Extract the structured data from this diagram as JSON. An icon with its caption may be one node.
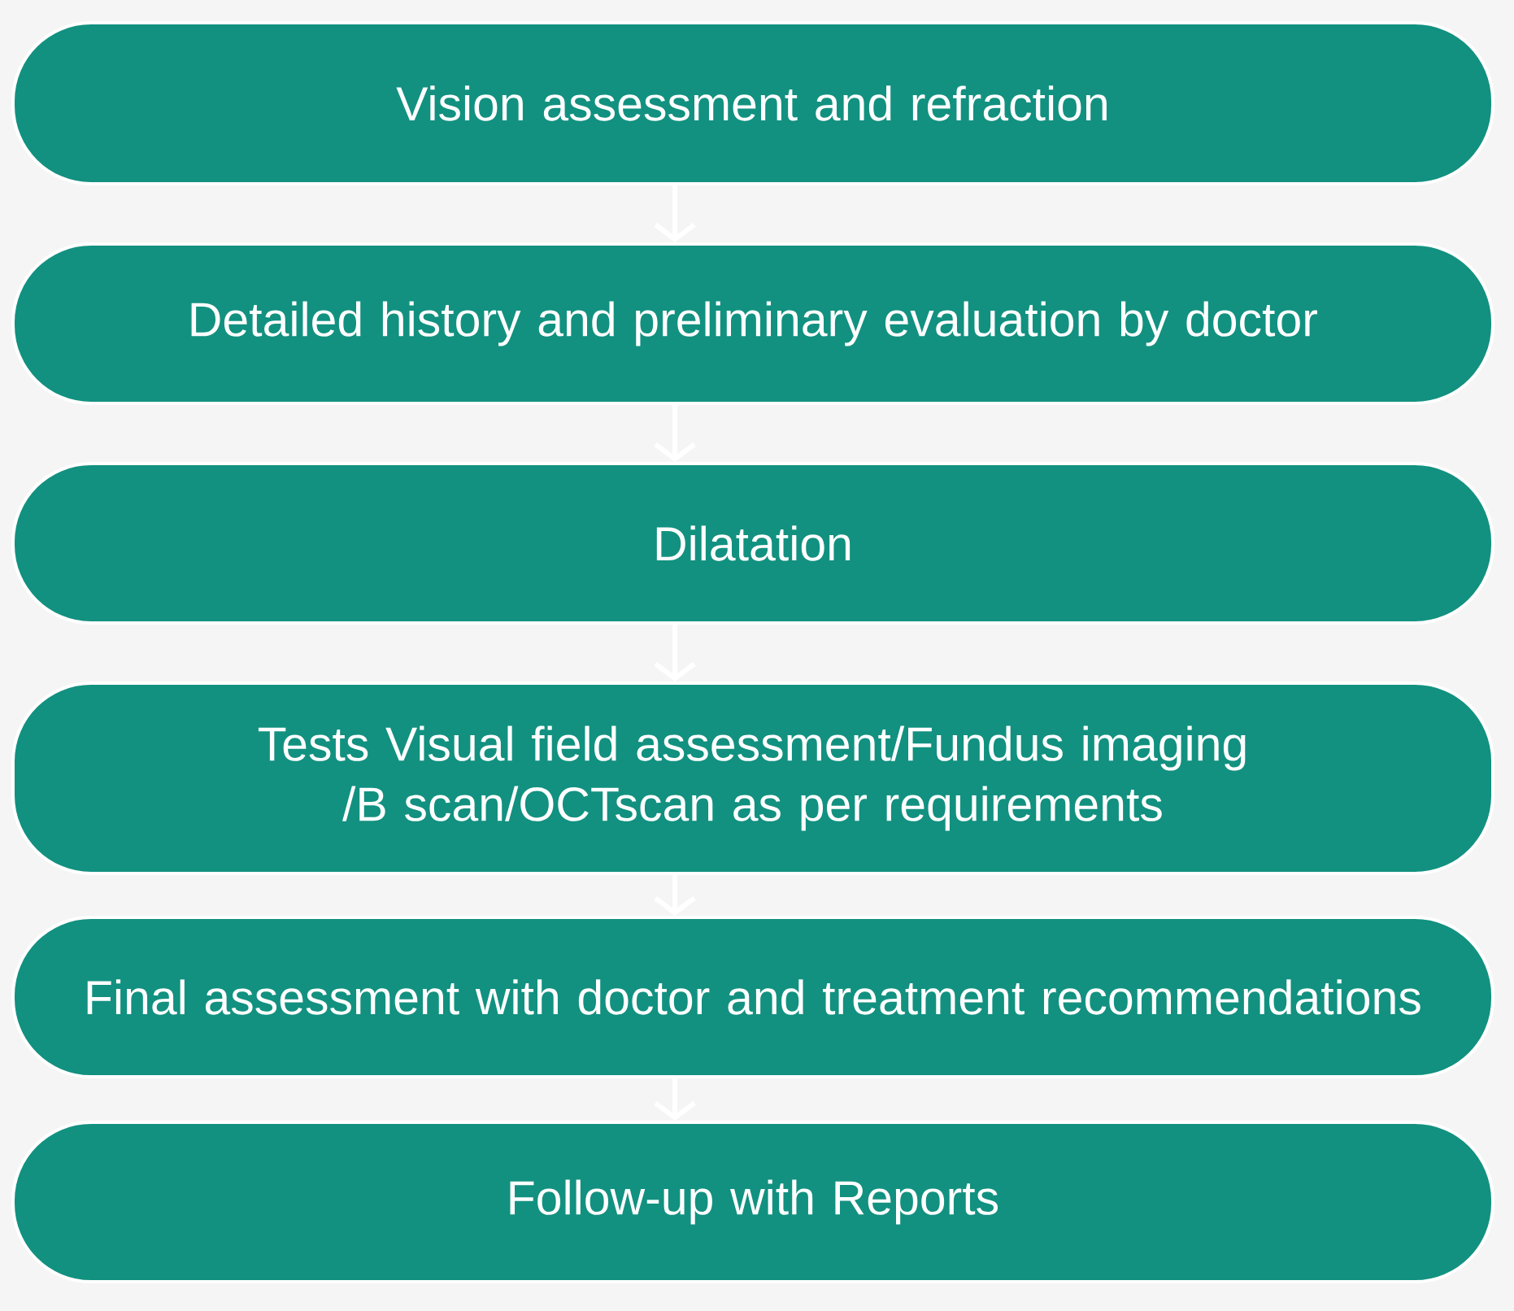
{
  "diagram": {
    "nodes": [
      {
        "text": [
          "Vision assessment and refraction"
        ]
      },
      {
        "text": [
          "Detailed history and preliminary evaluation by doctor"
        ]
      },
      {
        "text": [
          "Dilatation"
        ]
      },
      {
        "text": [
          "Tests Visual field assessment/Fundus imaging /B scan/OCTscan as per requirements"
        ]
      },
      {
        "text": [
          "Final assessment with doctor and treatment recommendations"
        ]
      },
      {
        "text": [
          "Follow-up with Reports"
        ]
      }
    ],
    "edges": [
      {
        "from": 0,
        "to": 1,
        "arrow": "to"
      },
      {
        "from": 1,
        "to": 2,
        "arrow": "to"
      },
      {
        "from": 2,
        "to": 3,
        "arrow": "to"
      },
      {
        "from": 3,
        "to": 4,
        "arrow": "to"
      },
      {
        "from": 4,
        "to": 5,
        "arrow": "to"
      }
    ]
  }
}
